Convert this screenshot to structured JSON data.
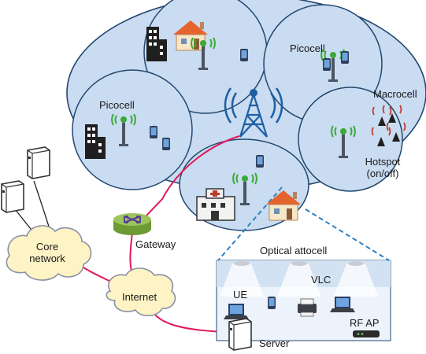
{
  "labels": {
    "picocell_top": "Picocell",
    "picocell_left": "Picocell",
    "macrocell": "Macrocell",
    "hotspot": "Hotspot",
    "hotspot_state": "(on/off)",
    "core_network_line1": "Core",
    "core_network_line2": "network",
    "gateway": "Gateway",
    "optical_attocell": "Optical attocell",
    "vlc": "VLC",
    "ue": "UE",
    "internet": "Internet",
    "rf_ap": "RF AP",
    "server": "Server"
  },
  "colors": {
    "cell_fill": "#c9dcf1",
    "cell_stroke": "#24476f",
    "link": "#e0195a",
    "dashed": "#2f7fc1",
    "cloud_fill": "#fdf3c4",
    "cloud_stroke": "#8a8fa6",
    "router_fill": "#8fb84a",
    "room_fill": "#ecf3fa"
  },
  "icons": {
    "tower": "cell-tower-icon",
    "antenna": "small-cell-antenna-icon",
    "phone": "mobile-phone-icon",
    "house": "house-icon",
    "building": "office-building-icon",
    "hospital": "hospital-icon",
    "hotspot": "hotspot-antenna-icon",
    "computer": "desktop-computer-icon",
    "router": "gateway-router-icon",
    "printer": "printer-icon",
    "laptop": "laptop-icon",
    "lamp": "ceiling-lamp-icon",
    "rf_ap": "rf-access-point-icon"
  }
}
